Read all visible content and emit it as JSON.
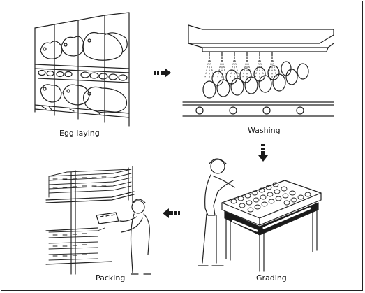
{
  "steps": [
    {
      "id": "egg_laying",
      "label": "Egg laying"
    },
    {
      "id": "washing",
      "label": "Washing"
    },
    {
      "id": "grading",
      "label": "Grading"
    },
    {
      "id": "packing",
      "label": "Packing"
    }
  ],
  "colors": {
    "line": "#222222",
    "fill": "#ffffff",
    "shade": "#1a1a1a"
  }
}
